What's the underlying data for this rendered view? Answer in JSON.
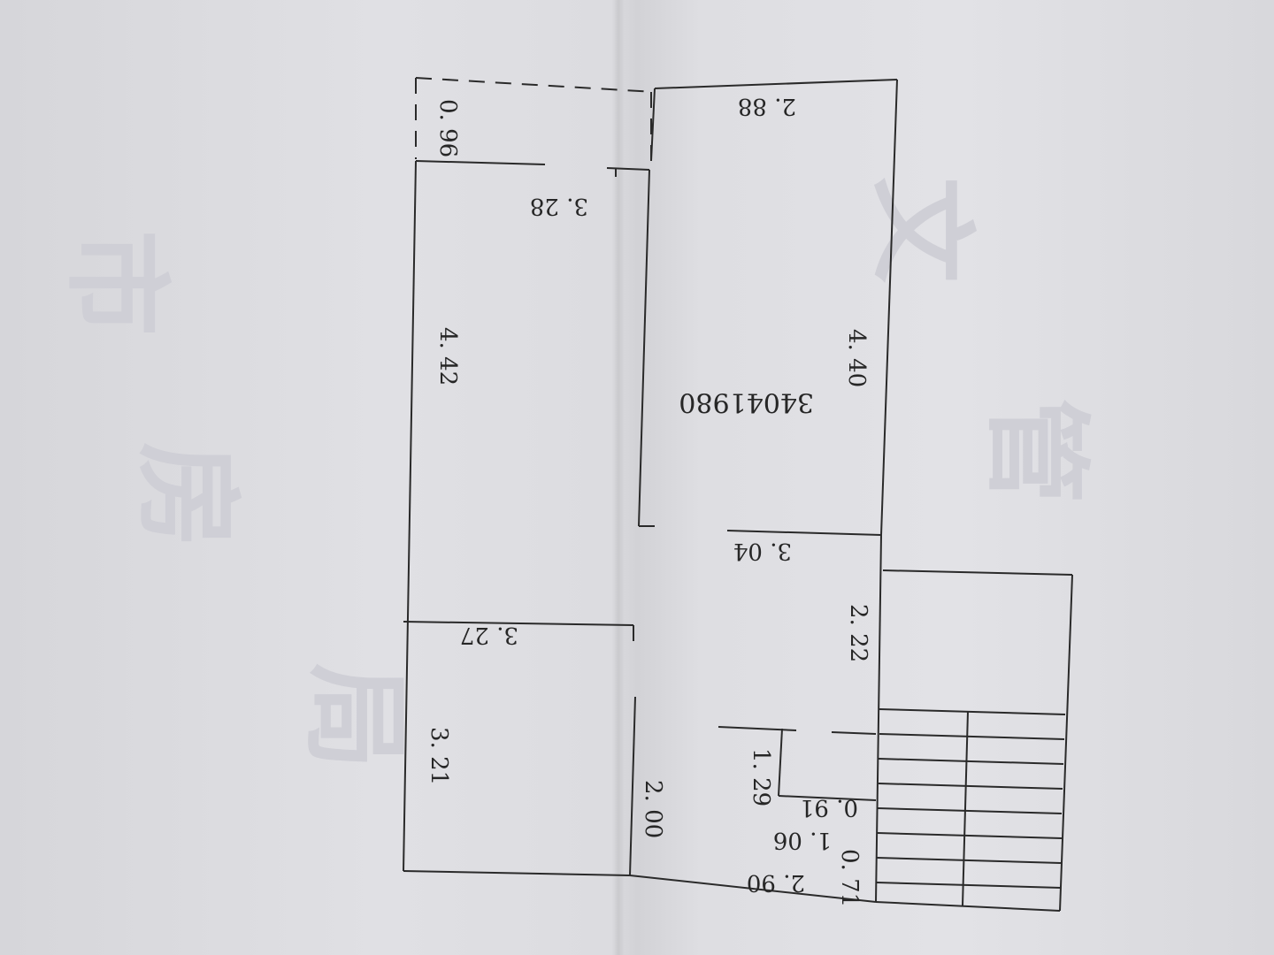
{
  "plan": {
    "title": "",
    "stamp_code": "34041980",
    "watermark": [
      "市",
      "房",
      "管",
      "文",
      "局"
    ],
    "dimensions": {
      "d096": "0. 96",
      "d288": "2. 88",
      "d328": "3. 28",
      "d442": "4. 42",
      "d440": "4. 40",
      "d304": "3. 04",
      "d222": "2. 22",
      "d327": "3. 27",
      "d321": "3. 21",
      "d200": "2. 00",
      "d129": "1. 29",
      "d091": "0. 91",
      "d106": "1. 06",
      "d071": "0. 71",
      "d290": "2. 90"
    }
  }
}
